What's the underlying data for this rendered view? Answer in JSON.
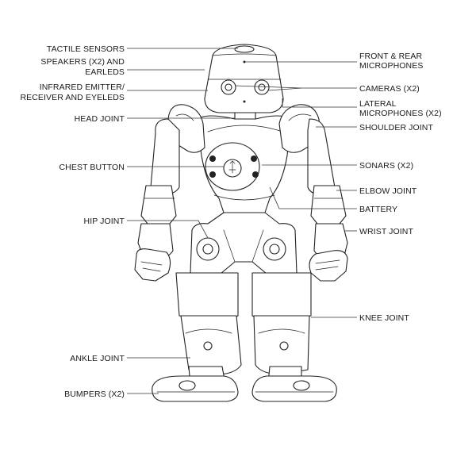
{
  "labels_left": [
    {
      "id": "tactile",
      "text": "TACTILE SENSORS"
    },
    {
      "id": "speakers1",
      "text": "SPEAKERS (X2) AND"
    },
    {
      "id": "speakers2",
      "text": "EARLEDS"
    },
    {
      "id": "infrared1",
      "text": "INFRARED EMITTER/"
    },
    {
      "id": "infrared2",
      "text": "RECEIVER AND EYELEDS"
    },
    {
      "id": "head_joint",
      "text": "HEAD JOINT"
    },
    {
      "id": "chest_button",
      "text": "CHEST BUTTON"
    },
    {
      "id": "hip_joint",
      "text": "HIP JOINT"
    },
    {
      "id": "ankle_joint",
      "text": "ANKLE JOINT"
    },
    {
      "id": "bumpers",
      "text": "BUMPERS (X2)"
    }
  ],
  "labels_right": [
    {
      "id": "front_mic1",
      "text": "FRONT & REAR"
    },
    {
      "id": "front_mic2",
      "text": "MICROPHONES"
    },
    {
      "id": "cameras",
      "text": "CAMERAS (X2)"
    },
    {
      "id": "lateral1",
      "text": "LATERAL"
    },
    {
      "id": "lateral2",
      "text": "MICROPHONES (X2)"
    },
    {
      "id": "shoulder",
      "text": "SHOULDER JOINT"
    },
    {
      "id": "sonars",
      "text": "SONARS (X2)"
    },
    {
      "id": "elbow",
      "text": "ELBOW JOINT"
    },
    {
      "id": "battery",
      "text": "BATTERY"
    },
    {
      "id": "wrist",
      "text": "WRIST JOINT"
    },
    {
      "id": "knee",
      "text": "KNEE JOINT"
    }
  ],
  "colors": {
    "line": "#222222",
    "text": "#1a1a1a",
    "background": "#ffffff"
  }
}
